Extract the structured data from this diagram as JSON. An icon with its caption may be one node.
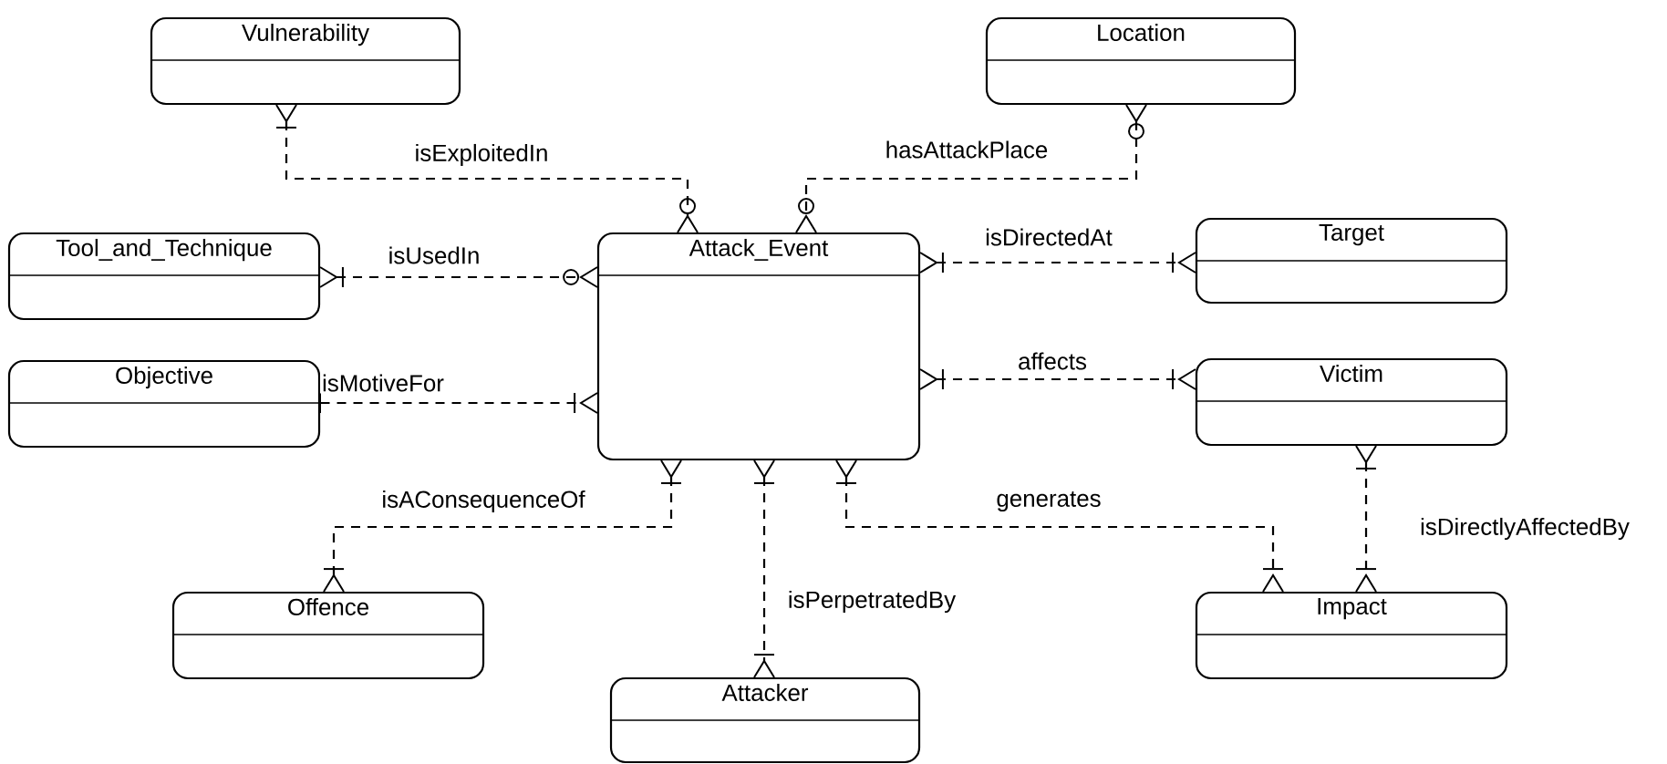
{
  "diagram": {
    "nodes": [
      {
        "text": [
          "Vulnerability"
        ]
      },
      {
        "text": [
          "Location"
        ]
      },
      {
        "text": [
          "Tool_and_Technique"
        ]
      },
      {
        "text": [
          "Attack_Event"
        ]
      },
      {
        "text": [
          "Target"
        ]
      },
      {
        "text": [
          "Objective"
        ]
      },
      {
        "text": [
          "Victim"
        ]
      },
      {
        "text": [
          "Offence"
        ]
      },
      {
        "text": [
          "Attacker"
        ]
      },
      {
        "text": [
          "Impact"
        ]
      }
    ],
    "edges": [
      {
        "from": 0,
        "to": 3,
        "arrow": "other",
        "label": "isExploitedIn"
      },
      {
        "from": 1,
        "to": 3,
        "arrow": "other",
        "label": "hasAttackPlace"
      },
      {
        "from": 2,
        "to": 3,
        "arrow": "other",
        "label": "isUsedIn"
      },
      {
        "from": 5,
        "to": 3,
        "arrow": "other",
        "label": "isMotiveFor"
      },
      {
        "from": 3,
        "to": 4,
        "arrow": "other",
        "label": "isDirectedAt"
      },
      {
        "from": 3,
        "to": 6,
        "arrow": "other",
        "label": "affects"
      },
      {
        "from": 3,
        "to": 7,
        "arrow": "other",
        "label": "isAConsequenceOf"
      },
      {
        "from": 3,
        "to": 8,
        "arrow": "other",
        "label": "isPerpetratedBy"
      },
      {
        "from": 3,
        "to": 9,
        "arrow": "other",
        "label": "generates"
      },
      {
        "from": 6,
        "to": 9,
        "arrow": "other",
        "label": "isDirectlyAffectedBy"
      }
    ]
  }
}
